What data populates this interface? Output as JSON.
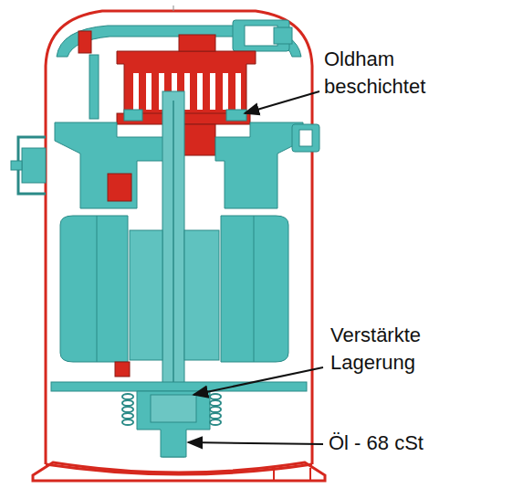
{
  "diagram": {
    "labels": [
      "Oldham beschichtet",
      "Verstärkte Lagerung",
      "Öl - 68 cSt"
    ]
  }
}
